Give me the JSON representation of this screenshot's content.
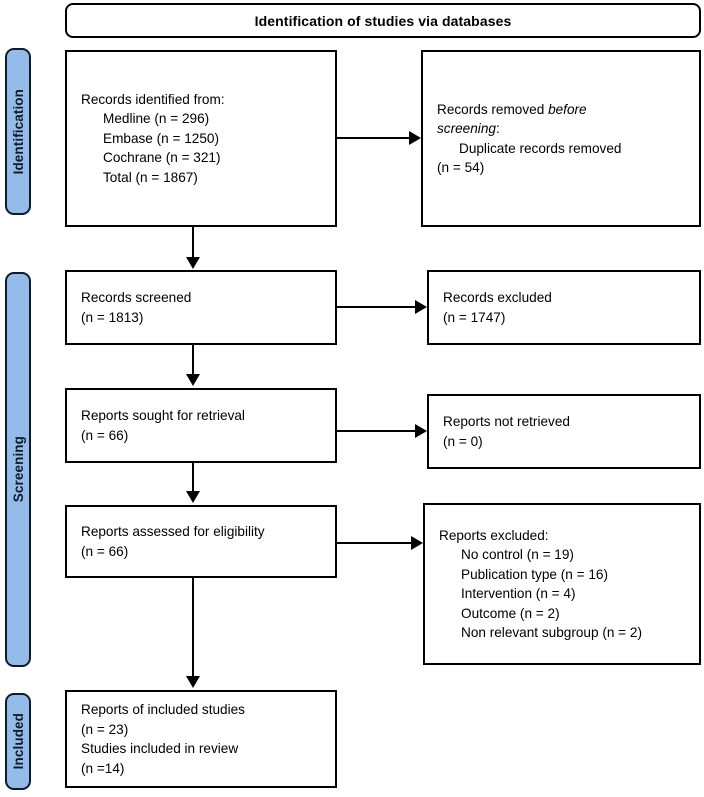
{
  "header": {
    "title": "Identification of studies via databases"
  },
  "phases": [
    {
      "label": "Identification"
    },
    {
      "label": "Screening"
    },
    {
      "label": "Included"
    }
  ],
  "boxes": {
    "identified": {
      "lines": [
        "Records identified from:",
        "Medline (n = 296)",
        "Embase (n = 1250)",
        "Cochrane (n = 321)",
        "Total (n = 1867)"
      ]
    },
    "removed_before_screening": {
      "line1_pre": "Records removed ",
      "line1_italic": "before",
      "line2_italic": "screening",
      "line2_post": ":",
      "lines": [
        "Duplicate records removed",
        "(n = 54)"
      ]
    },
    "records_screened": {
      "lines": [
        "Records screened",
        "(n = 1813)"
      ]
    },
    "records_excluded": {
      "lines": [
        "Records excluded",
        "(n = 1747)"
      ]
    },
    "reports_sought": {
      "lines": [
        "Reports sought for retrieval",
        "(n = 66)"
      ]
    },
    "reports_not_retrieved": {
      "lines": [
        "Reports not retrieved",
        "(n = 0)"
      ]
    },
    "reports_assessed": {
      "lines": [
        "Reports assessed for eligibility",
        "(n = 66)"
      ]
    },
    "reports_excluded": {
      "heading": "Reports excluded:",
      "lines": [
        "No control (n = 19)",
        "Publication type (n = 16)",
        "Intervention (n = 4)",
        "Outcome (n = 2)",
        "Non relevant subgroup (n = 2)"
      ]
    },
    "included_studies": {
      "lines": [
        "Reports of included studies",
        "(n = 23)",
        "Studies included in review",
        "(n =14)"
      ]
    }
  },
  "colors": {
    "phase_bar_fill": "#95bbe8",
    "phase_bar_border": "#0d1b2a",
    "box_border": "#000000",
    "background": "#ffffff"
  }
}
